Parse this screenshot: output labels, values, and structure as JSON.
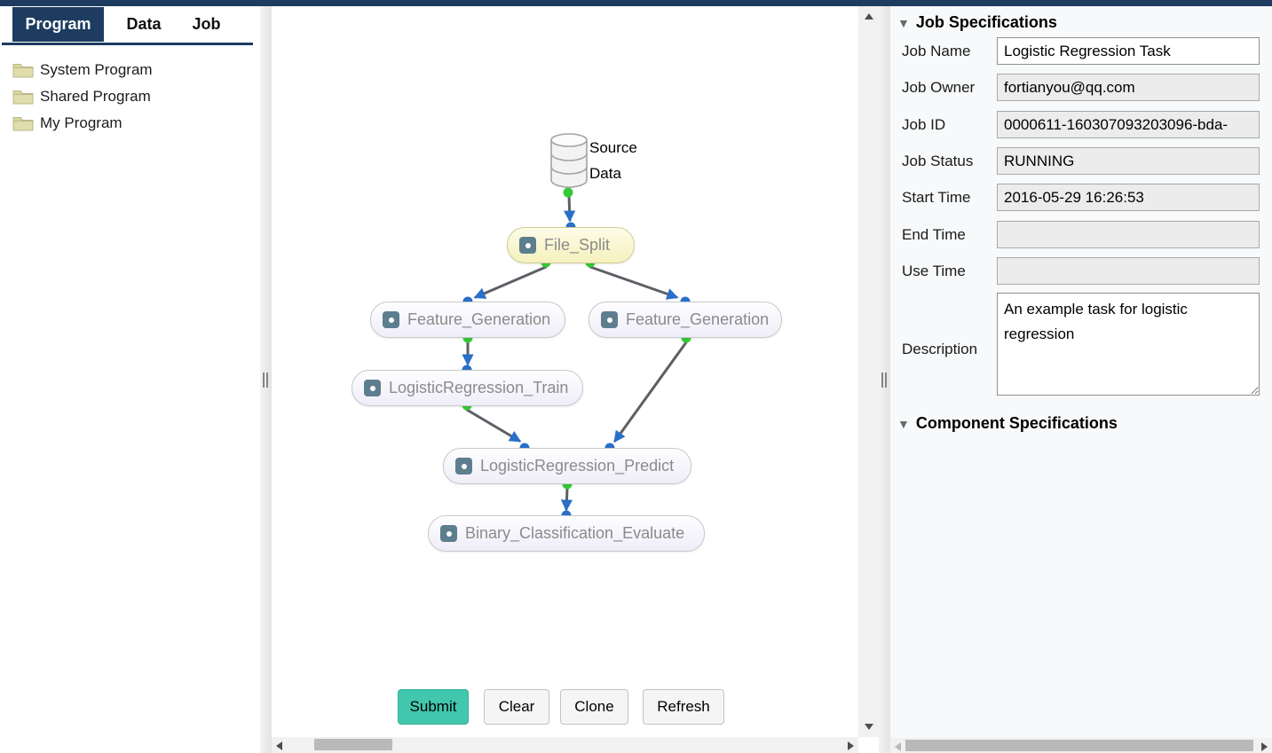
{
  "nav": {
    "tabs": [
      {
        "label": "Program",
        "active": true
      },
      {
        "label": "Data",
        "active": false
      },
      {
        "label": "Job",
        "active": false
      }
    ]
  },
  "sidebar": {
    "items": [
      "System Program",
      "Shared Program",
      "My Program"
    ]
  },
  "workflow": {
    "source_label_line1": "Source",
    "source_label_line2": "Data",
    "nodes": [
      "File_Split",
      "Feature_Generation",
      "Feature_Generation",
      "LogisticRegression_Train",
      "LogisticRegression_Predict",
      "Binary_Classification_Evaluate"
    ]
  },
  "toolbar": {
    "submit": "Submit",
    "clear": "Clear",
    "clone": "Clone",
    "refresh": "Refresh"
  },
  "job_specs": {
    "title": "Job Specifications",
    "fields": [
      {
        "label": "Job Name",
        "value": "Logistic Regression Task"
      },
      {
        "label": "Job Owner",
        "value": "fortianyou@qq.com"
      },
      {
        "label": "Job ID",
        "value": "0000611-160307093203096-bda-"
      },
      {
        "label": "Job Status",
        "value": "RUNNING"
      },
      {
        "label": "Start Time",
        "value": "2016-05-29 16:26:53"
      },
      {
        "label": "End Time",
        "value": ""
      },
      {
        "label": "Use Time",
        "value": ""
      }
    ],
    "description_label": "Description",
    "description": "An example task for logistic regression"
  },
  "component_specs": {
    "title": "Component Specifications"
  },
  "icons": {
    "collapse": "▼"
  },
  "colors": {
    "accent_navy": "#1d3c60",
    "submit_teal": "#41c7ad",
    "port_green": "#36c936",
    "port_blue": "#2a6fc9",
    "edge_gray": "#5c6066",
    "node_highlight_yellow": "#fbf9d4"
  }
}
